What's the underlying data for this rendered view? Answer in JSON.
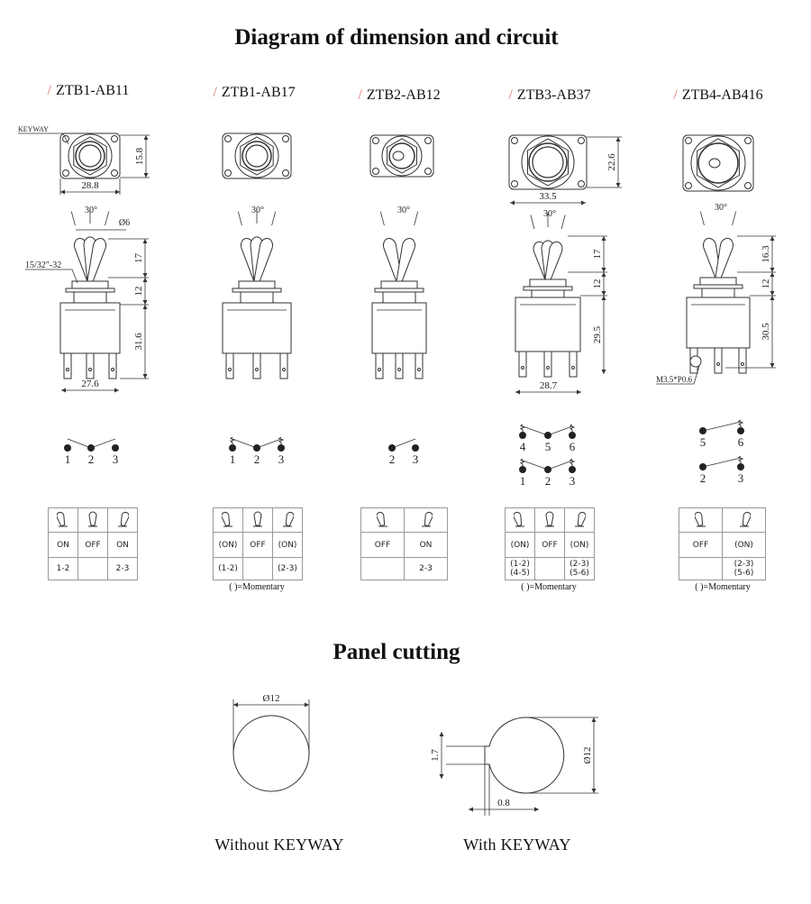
{
  "title": "Diagram of dimension and circuit",
  "models": [
    {
      "name": "ZTB1-AB11",
      "dims": {
        "top_h": "15.8",
        "top_w": "28.8",
        "angle": "30°",
        "dia": "Ø6",
        "thread": "15/32\"-32",
        "lever": "17",
        "bush": "12",
        "body": "31.6",
        "base": "27.6"
      },
      "keyway_label": "KEYWAY",
      "toggles": 3,
      "circuit": [
        {
          "pins": [
            "1",
            "2",
            "3"
          ],
          "type": "center"
        }
      ],
      "table": {
        "states": [
          "ON",
          "OFF",
          "ON"
        ],
        "contacts": [
          "1-2",
          "",
          "2-3"
        ]
      }
    },
    {
      "name": "ZTB1-AB17",
      "dims": {
        "angle": "30°"
      },
      "toggles": 3,
      "circuit": [
        {
          "pins": [
            "1",
            "2",
            "3"
          ],
          "type": "center-mom"
        }
      ],
      "table": {
        "states": [
          "(ON)",
          "OFF",
          "(ON)"
        ],
        "contacts": [
          "(1-2)",
          "",
          "(2-3)"
        ]
      },
      "note": "( )=Momentary"
    },
    {
      "name": "ZTB2-AB12",
      "dims": {
        "angle": "30°"
      },
      "toggles": 2,
      "circuit": [
        {
          "pins": [
            "2",
            "3"
          ],
          "type": "single"
        }
      ],
      "table": {
        "states": [
          "OFF",
          "ON"
        ],
        "contacts": [
          "",
          "2-3"
        ]
      }
    },
    {
      "name": "ZTB3-AB37",
      "dims": {
        "top_h": "22.6",
        "top_w": "33.5",
        "angle": "30°",
        "lever": "17",
        "bush": "12",
        "body": "29.5",
        "base": "28.7"
      },
      "toggles": 3,
      "circuit": [
        {
          "pins": [
            "4",
            "5",
            "6"
          ],
          "type": "center-mom"
        },
        {
          "pins": [
            "1",
            "2",
            "3"
          ],
          "type": "center-mom"
        }
      ],
      "table": {
        "states": [
          "(ON)",
          "OFF",
          "(ON)"
        ],
        "contacts": [
          "(1-2)\n(4-5)",
          "",
          "(2-3)\n(5-6)"
        ]
      },
      "note": "( )=Momentary"
    },
    {
      "name": "ZTB4-AB416",
      "dims": {
        "angle": "30°",
        "lever": "16.3",
        "bush": "12",
        "body": "30.5",
        "screw": "M3.5*P0.6"
      },
      "toggles": 2,
      "circuit": [
        {
          "pins": [
            "5",
            "6"
          ],
          "type": "single-mom"
        },
        {
          "pins": [
            "2",
            "3"
          ],
          "type": "single-mom"
        }
      ],
      "table": {
        "states": [
          "OFF",
          "(ON)"
        ],
        "contacts": [
          "",
          "(2-3)\n(5-6)"
        ]
      },
      "note": "( )=Momentary"
    }
  ],
  "panel": {
    "title": "Panel cutting",
    "without": {
      "caption": "Without KEYWAY",
      "dia": "Ø12"
    },
    "with": {
      "caption": "With KEYWAY",
      "dia": "Ø12",
      "key_h": "1.7",
      "key_w": "0.8"
    }
  },
  "colors": {
    "line": "#333333",
    "slash": "#e07070",
    "grid": "#999999"
  }
}
